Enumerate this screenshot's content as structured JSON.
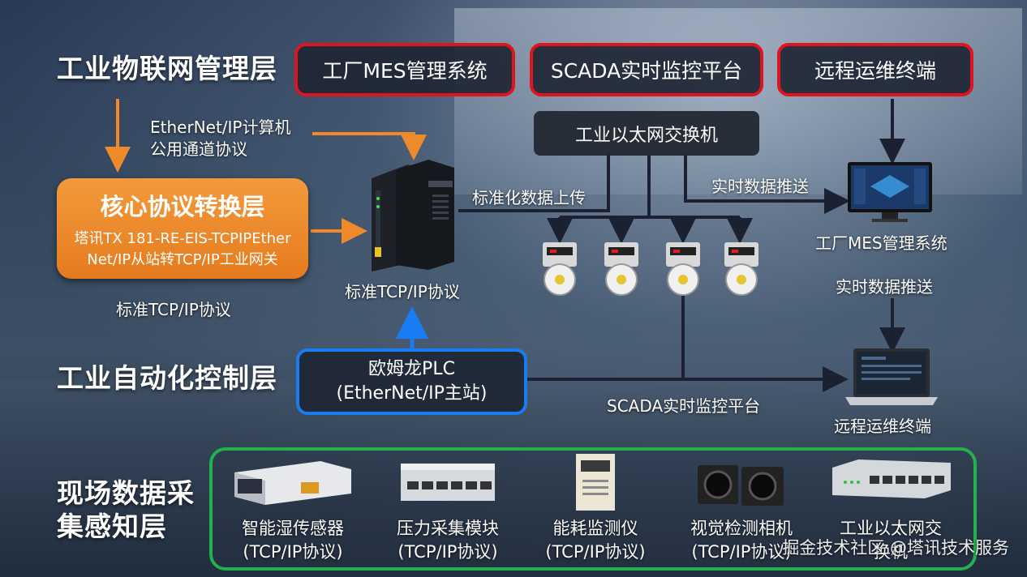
{
  "layers": {
    "iot_management": "工业物联网管理层",
    "core_protocol": "核心协议转换层",
    "automation_control": "工业自动化控制层",
    "field_data_line1": "现场数据采",
    "field_data_line2": "集感知层"
  },
  "top_boxes": {
    "mes": "工厂MES管理系统",
    "scada": "SCADA实时监控平台",
    "remote": "远程运维终端"
  },
  "switch_box": "工业以太网交换机",
  "core_box": {
    "title": "核心协议转换层",
    "subtitle_line1": "塔讯TX 181-RE-EIS-TCPIPEther",
    "subtitle_line2": "Net/IP从站转TCP/IP工业网关"
  },
  "plc_box": {
    "line1": "欧姆龙PLC",
    "line2": "(EtherNet/IP主站)"
  },
  "labels": {
    "ethernet_ip_line1": "EtherNet/IP计算机",
    "ethernet_ip_line2": "公用通道协议",
    "std_tcpip_left": "标准TCP/IP协议",
    "std_tcpip_center": "标准TCP/IP协议",
    "std_upload": "标准化数据上传",
    "realtime_push_top": "实时数据推送",
    "mes_device": "工厂MES管理系统",
    "realtime_push_mid": "实时数据推送",
    "scada_label": "SCADA实时监控平台",
    "remote_device": "远程运维终端"
  },
  "field_devices": [
    {
      "name": "智能湿传感器",
      "protocol": "(TCP/IP协议)"
    },
    {
      "name": "压力采集模块",
      "protocol": "(TCP/IP协议)"
    },
    {
      "name": "能耗监测仪",
      "protocol": "(TCP/IP协议)"
    },
    {
      "name": "视觉检测相机",
      "protocol": "(TCP/IP协议)"
    },
    {
      "name": "工业以太网交",
      "protocol": "换机"
    }
  ],
  "watermark": "掘金技术社区 @塔讯技术服务",
  "colors": {
    "red_border": "#e0141e",
    "blue_border": "#1a7cf2",
    "green_border": "#22b14c",
    "orange": "#ef8a2a",
    "arrow_dark": "#1b2130"
  }
}
